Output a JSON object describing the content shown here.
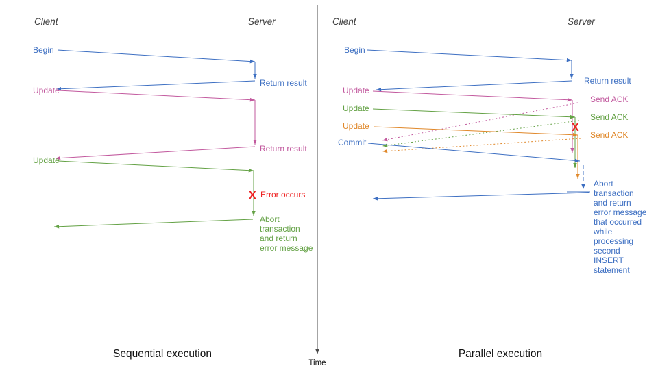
{
  "colors": {
    "blue": "#3d6fc2",
    "pink": "#c2599e",
    "green": "#63a144",
    "orange": "#e0882a",
    "red": "#ee2222",
    "header": "#3f3f3f",
    "title": "#111111",
    "axis": "#4a4a4a"
  },
  "sequential": {
    "title": "Sequential execution",
    "client": "Client",
    "server": "Server",
    "begin": "Begin",
    "return_result_1": "Return result",
    "update_1": "Update",
    "return_result_2": "Return result",
    "update_2": "Update",
    "error_mark": "X",
    "error_text": "Error occurs",
    "abort_lines": [
      "Abort",
      "transaction",
      "and return",
      "error message"
    ]
  },
  "parallel": {
    "title": "Parallel execution",
    "client": "Client",
    "server": "Server",
    "begin": "Begin",
    "return_result": "Return result",
    "update_1": "Update",
    "send_ack_1": "Send ACK",
    "update_2": "Update",
    "send_ack_2": "Send ACK",
    "update_3": "Update",
    "send_ack_3": "Send ACK",
    "commit": "Commit",
    "error_mark": "X",
    "abort_lines": [
      "Abort",
      "transaction",
      "and return",
      "error message",
      "that occurred",
      "while",
      "processing",
      "second",
      "INSERT",
      "statement"
    ]
  },
  "time_axis": {
    "label": "Time"
  }
}
